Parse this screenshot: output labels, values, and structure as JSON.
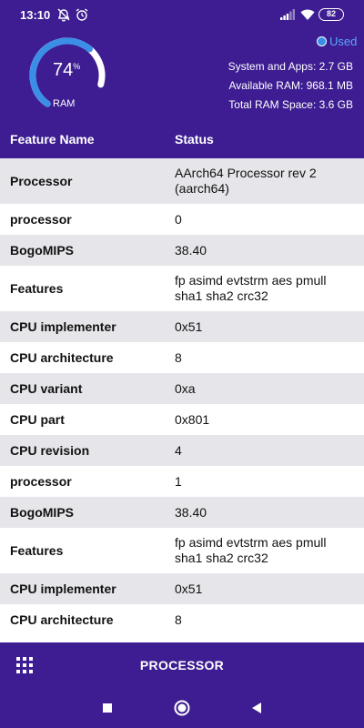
{
  "status_bar": {
    "time": "13:10",
    "battery": "82",
    "icons": [
      "dnd-off-icon",
      "alarm-icon",
      "signal-icon",
      "wifi-icon",
      "battery-icon"
    ]
  },
  "ram": {
    "percent": "74",
    "percent_unit": "%",
    "fill_fraction": 0.74,
    "label": "RAM",
    "legend": "Used",
    "stats": [
      "System and Apps:  2.7 GB",
      "Available RAM:  968.1 MB",
      "Total RAM Space:  3.6 GB"
    ]
  },
  "table": {
    "headers": [
      "Feature Name",
      "Status"
    ],
    "rows": [
      {
        "name": "Processor",
        "value": "AArch64 Processor rev 2 (aarch64)"
      },
      {
        "name": "processor",
        "value": "0"
      },
      {
        "name": "BogoMIPS",
        "value": "38.40"
      },
      {
        "name": "Features",
        "value": "fp asimd evtstrm aes pmull sha1 sha2 crc32"
      },
      {
        "name": "CPU implementer",
        "value": "0x51"
      },
      {
        "name": "CPU architecture",
        "value": "8"
      },
      {
        "name": "CPU variant",
        "value": "0xa"
      },
      {
        "name": "CPU part",
        "value": "0x801"
      },
      {
        "name": "CPU revision",
        "value": "4"
      },
      {
        "name": "processor",
        "value": "1"
      },
      {
        "name": "BogoMIPS",
        "value": "38.40"
      },
      {
        "name": "Features",
        "value": "fp asimd evtstrm aes pmull sha1 sha2 crc32"
      },
      {
        "name": "CPU implementer",
        "value": "0x51"
      },
      {
        "name": "CPU architecture",
        "value": "8"
      }
    ]
  },
  "bottom_bar": {
    "title": "PROCESSOR",
    "menu_icon": "grid-menu-icon"
  },
  "nav": {
    "icons": [
      "recents-square-icon",
      "home-circle-icon",
      "back-triangle-icon"
    ]
  },
  "colors": {
    "primary": "#3d1d91",
    "gauge_arc": "#3a8ee6",
    "row_alt": "#e6e6ea",
    "legend_text": "#5aa9ff"
  }
}
